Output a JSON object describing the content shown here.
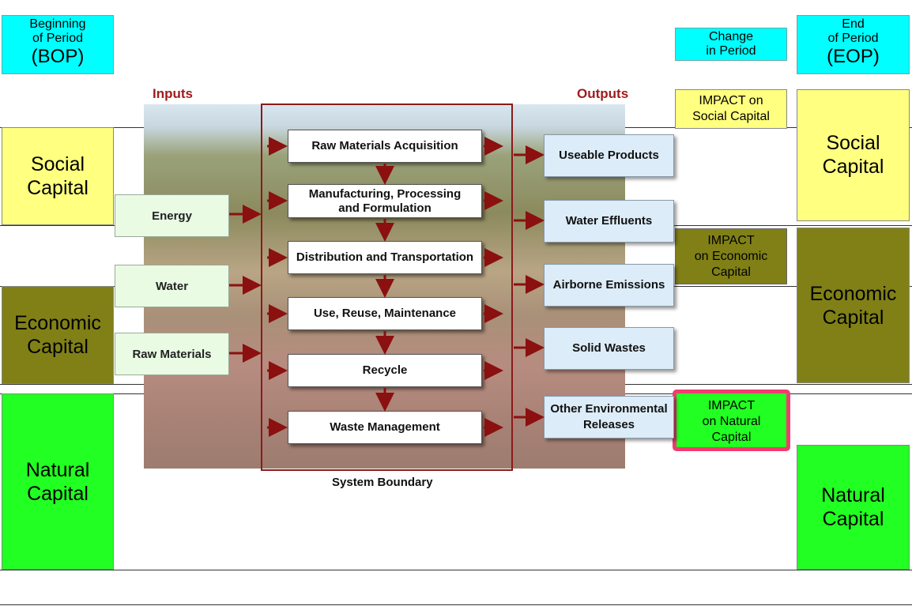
{
  "bop": {
    "line1": "Beginning",
    "line2": "of Period",
    "abbr": "(BOP)"
  },
  "eop": {
    "line1": "End",
    "line2": "of Period",
    "abbr": "(EOP)"
  },
  "change": {
    "line1": "Change",
    "line2": "in Period"
  },
  "left_capitals": {
    "social": "Social\nCapital",
    "economic": "Economic\nCapital",
    "natural": "Natural\nCapital"
  },
  "right_capitals": {
    "social": "Social\nCapital",
    "economic": "Economic\nCapital",
    "natural": "Natural\nCapital"
  },
  "impacts": {
    "social": "IMPACT on\nSocial Capital",
    "economic": "IMPACT\non Economic\nCapital",
    "natural": "IMPACT\non Natural\nCapital"
  },
  "headers": {
    "inputs": "Inputs",
    "outputs": "Outputs",
    "boundary": "System Boundary"
  },
  "inputs": [
    "Energy",
    "Water",
    "Raw Materials"
  ],
  "stages": [
    "Raw Materials Acquisition",
    "Manufacturing, Processing\nand Formulation",
    "Distribution and Transportation",
    "Use, Reuse, Maintenance",
    "Recycle",
    "Waste Management"
  ],
  "outputs": [
    "Useable Products",
    "Water Effluents",
    "Airborne Emissions",
    "Solid Wastes",
    "Other Environmental\nReleases"
  ],
  "colors": {
    "cyan": "#00ffff",
    "social": "#ffff80",
    "economic": "#808017",
    "natural": "#22ff22",
    "arrow": "#8b1010",
    "highlight": "#f03c6e"
  }
}
